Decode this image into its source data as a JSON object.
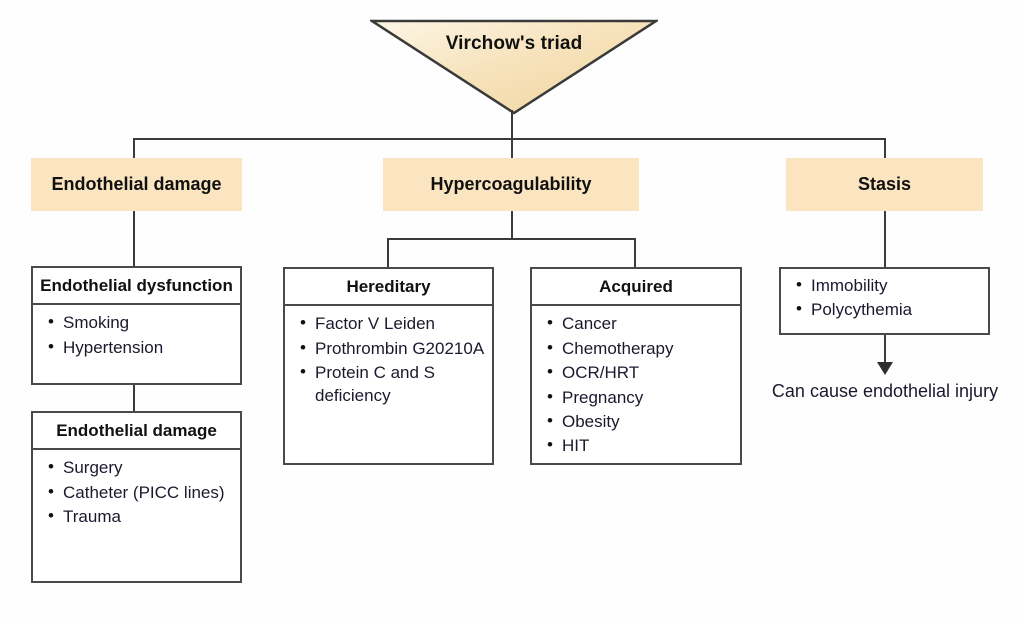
{
  "diagram": {
    "root": {
      "label": "Virchow's triad",
      "shape": "inverted-triangle",
      "fill_color": "#f6dfb4"
    },
    "tier1": [
      {
        "id": "endothelial-damage",
        "label": "Endothelial damage",
        "fill_color": "#fae5c0"
      },
      {
        "id": "hypercoagulability",
        "label": "Hypercoagulability",
        "fill_color": "#fae5c0"
      },
      {
        "id": "stasis",
        "label": "Stasis",
        "fill_color": "#fae5c0"
      }
    ],
    "boxes": {
      "endothelial_dysfunction": {
        "title": "Endothelial dysfunction",
        "items": [
          "Smoking",
          "Hypertension"
        ]
      },
      "endothelial_damage": {
        "title": "Endothelial damage",
        "items": [
          "Surgery",
          "Catheter (PICC lines)",
          "Trauma"
        ]
      },
      "hereditary": {
        "title": "Hereditary",
        "items": [
          "Factor V Leiden",
          "Prothrombin G20210A",
          "Protein C and S deficiency"
        ]
      },
      "acquired": {
        "title": "Acquired",
        "items": [
          "Cancer",
          "Chemotherapy",
          "OCR/HRT",
          "Pregnancy",
          "Obesity",
          "HIT"
        ]
      },
      "stasis_effects": {
        "title": "",
        "items": [
          "Immobility",
          "Polycythemia"
        ]
      }
    },
    "caption": {
      "stasis_outcome": "Can cause endothelial injury"
    },
    "colors": {
      "tan_fill": "#fae5c0",
      "line": "#3b3b3b",
      "box_border": "#4a4a4a",
      "text": "#111111",
      "background": "#fefefe"
    }
  }
}
